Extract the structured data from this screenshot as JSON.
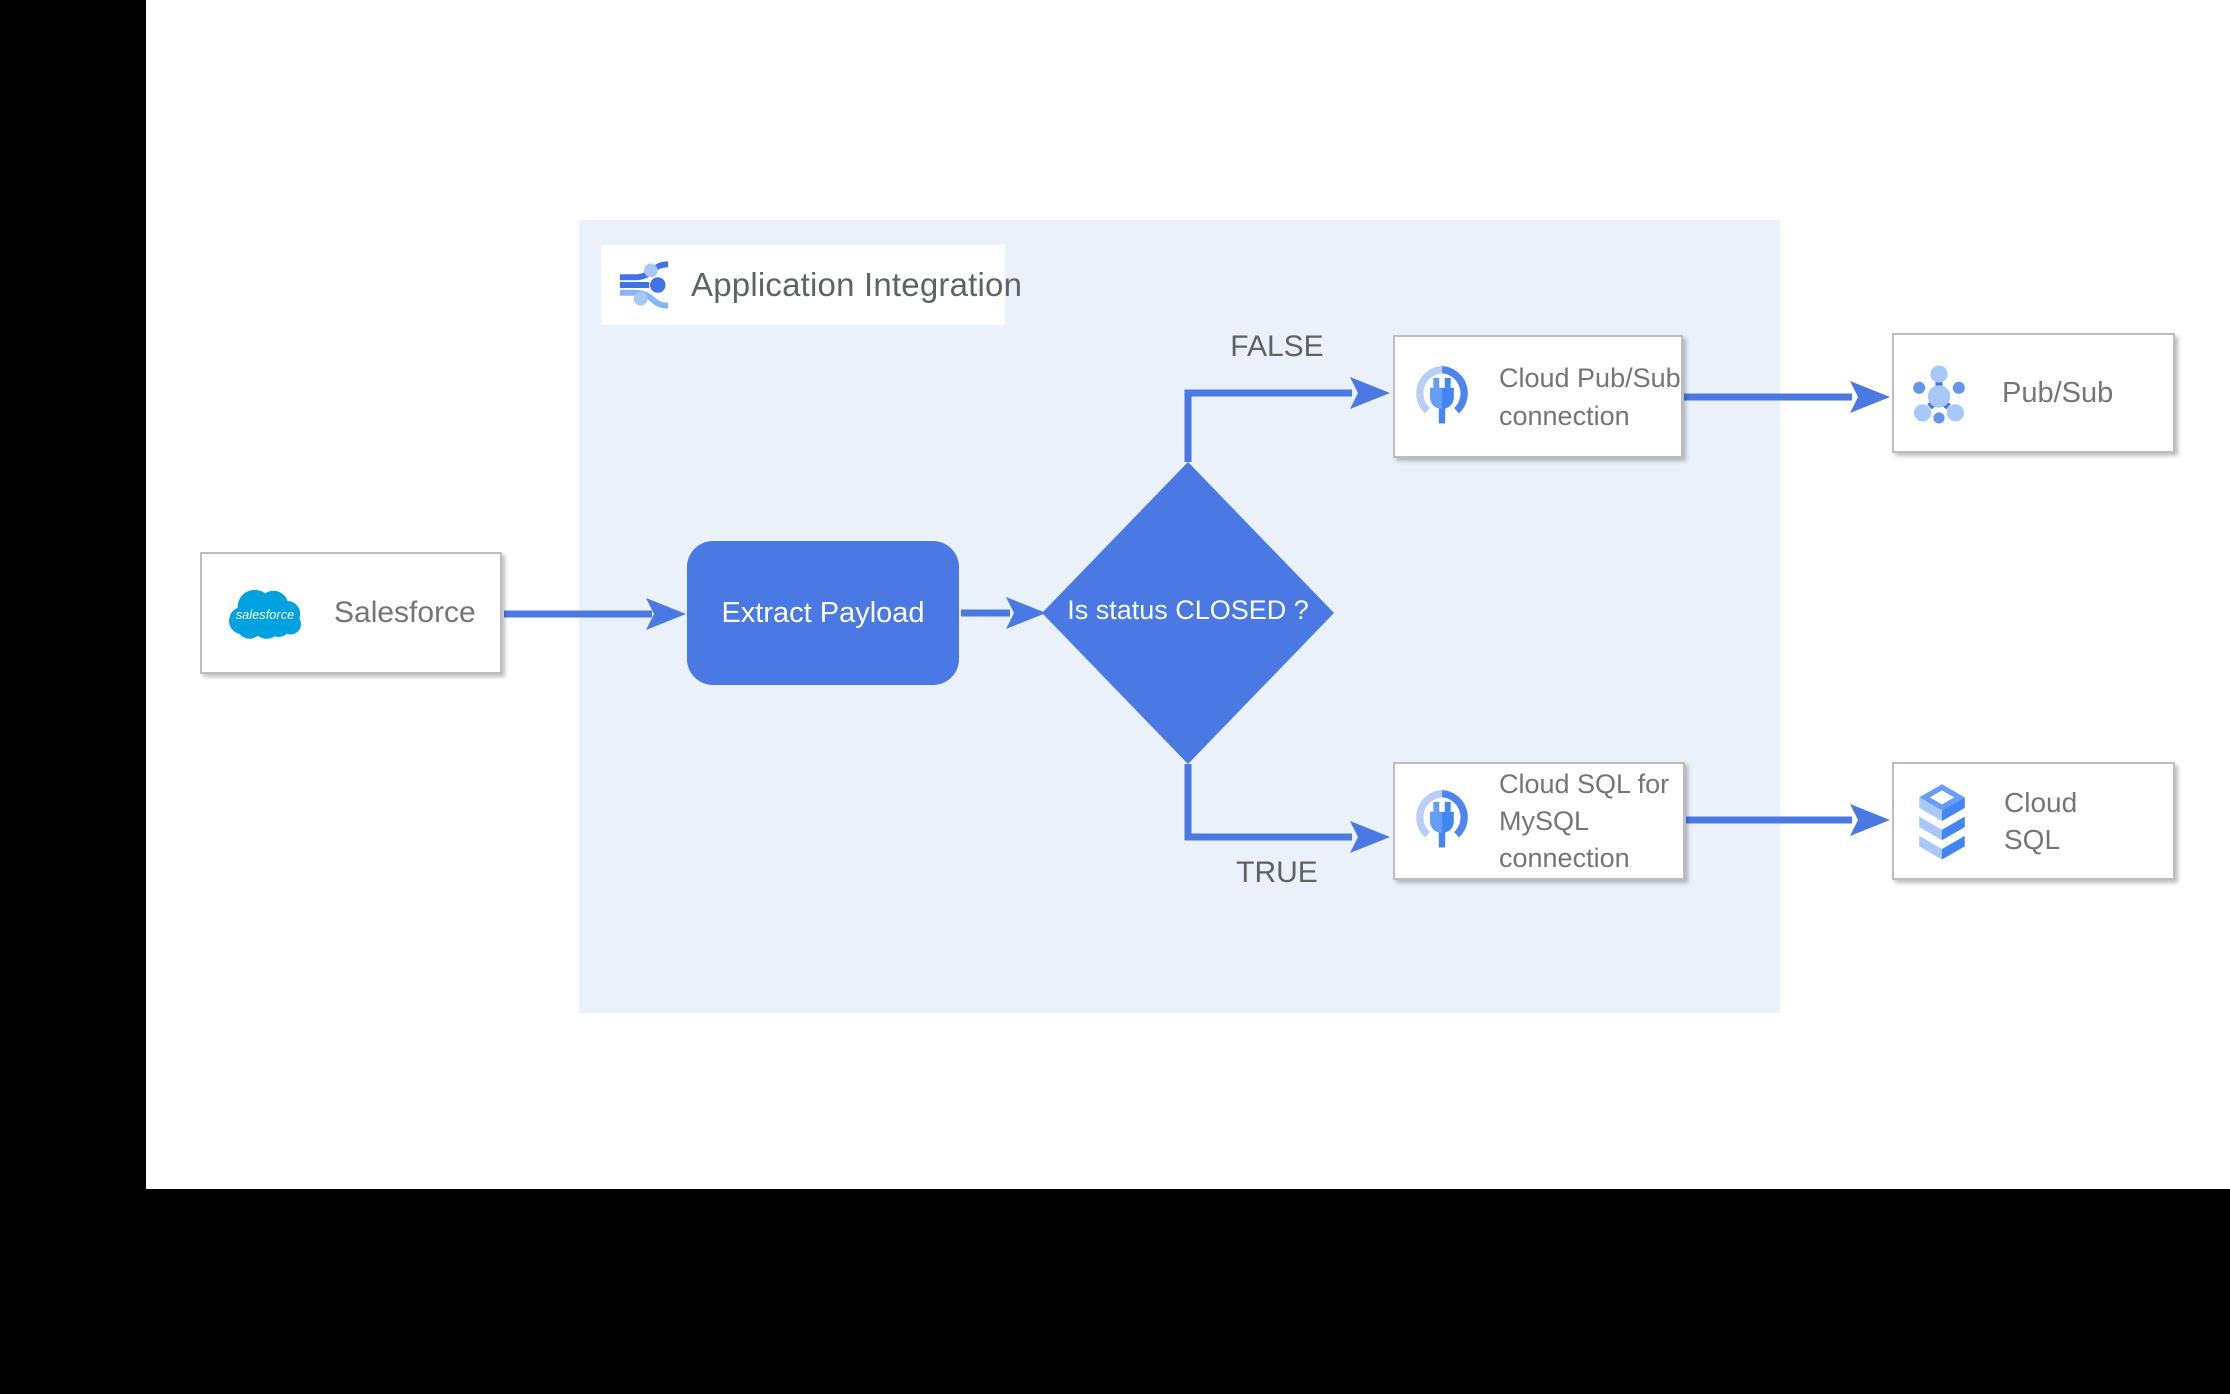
{
  "diagram": {
    "integration_title": "Application Integration",
    "salesforce": {
      "label": "Salesforce",
      "logo_text": "salesforce"
    },
    "extract_payload": {
      "label": "Extract Payload"
    },
    "decision": {
      "label": "Is status CLOSED ?"
    },
    "branch_false": {
      "label": "FALSE"
    },
    "branch_true": {
      "label": "TRUE"
    },
    "pubsub_connection": {
      "line1": "Cloud Pub/Sub",
      "line2": "connection"
    },
    "pubsub": {
      "label": "Pub/Sub"
    },
    "cloudsql_connection": {
      "line1": "Cloud SQL for",
      "line2": "MySQL",
      "line3": "connection"
    },
    "cloudsql": {
      "line1": "Cloud",
      "line2": "SQL"
    }
  },
  "icons": {
    "header": "application-integration-icon",
    "salesforce": "salesforce-cloud-logo",
    "pubsub_connection": "connector-plug-icon",
    "pubsub": "pubsub-icon",
    "cloudsql_connection": "connector-plug-icon",
    "cloudsql": "cloud-sql-icon"
  },
  "colors": {
    "shape_blue": "#4A79E3",
    "arrow_blue": "#4A79E3",
    "panel_bg": "#EAF1FB",
    "canvas_bg": "#FFFFFF",
    "letterbox_bg": "#000000",
    "node_border_gray": "#BDBDBD",
    "label_gray": "#757575",
    "title_gray": "#5F6368",
    "branch_label_gray": "#616161",
    "salesforce_blue": "#00A1E0",
    "icon_blue_dark": "#3F74E3",
    "icon_blue_mid": "#4285F4",
    "icon_blue_soft": "#669DF6",
    "icon_blue_light": "#A8C7FA"
  }
}
